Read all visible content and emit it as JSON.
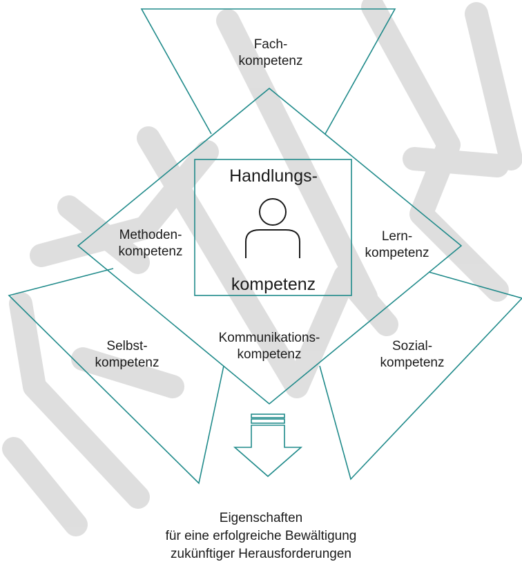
{
  "colors": {
    "outline": "#1f8a8a",
    "watermark": "#d4d4d4",
    "text": "#1a1a1a",
    "icon": "#1a1a1a"
  },
  "center": {
    "title_line1": "Handlungs-",
    "title_line2": "kompetenz",
    "icon": "person-icon"
  },
  "competencies": {
    "fach": {
      "line1": "Fach-",
      "line2": "kompetenz"
    },
    "methoden": {
      "line1": "Methoden-",
      "line2": "kompetenz"
    },
    "lern": {
      "line1": "Lern-",
      "line2": "kompetenz"
    },
    "kommunikation": {
      "line1": "Kommunikations-",
      "line2": "kompetenz"
    },
    "selbst": {
      "line1": "Selbst-",
      "line2": "kompetenz"
    },
    "sozial": {
      "line1": "Sozial-",
      "line2": "kompetenz"
    }
  },
  "result": {
    "icon": "down-arrow-icon",
    "line1": "Eigenschaften",
    "line2": "für eine erfolgreiche Bewältigung",
    "line3": "zukünftiger Herausforderungen"
  }
}
